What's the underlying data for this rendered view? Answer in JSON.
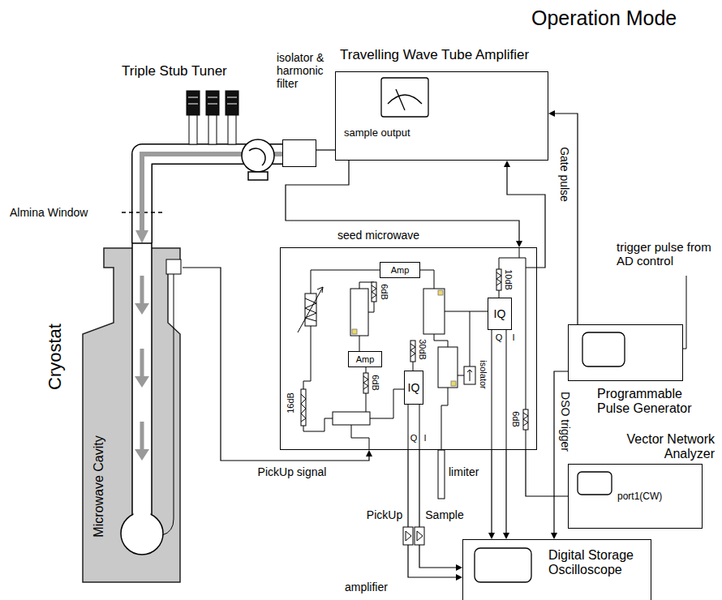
{
  "diagram": {
    "title": "Operation Mode",
    "nodes": [
      {
        "text": [
          "isolator & harmonic filter"
        ]
      },
      {
        "text": [
          "Travelling Wave Tube Amplifier",
          "sample output"
        ]
      },
      {
        "text": [
          "Cryostat",
          "Microwave Cavity"
        ]
      },
      {
        "text": [
          "seed microwave"
        ]
      },
      {
        "text": [
          "Amp"
        ],
        "in": 3
      },
      {
        "text": [
          "Amp"
        ],
        "in": 3
      },
      {
        "text": [
          "IQ"
        ],
        "in": 3
      },
      {
        "text": [
          "IQ"
        ],
        "in": 3
      },
      {
        "text": [
          "Programmable Pulse Generator"
        ]
      },
      {
        "text": [
          "Vector Network Analyzer",
          "port1(CW)"
        ]
      },
      {
        "text": [
          "Digital Storage Oscilloscope"
        ]
      }
    ],
    "edges": [
      {
        "from": 1,
        "to": 0,
        "arrow": "none"
      },
      {
        "from": 0,
        "to": 2,
        "arrow": "to"
      },
      {
        "from": 1,
        "to": 3,
        "arrow": "to"
      },
      {
        "from": 3,
        "to": 1,
        "arrow": "to"
      },
      {
        "from": 8,
        "to": 1,
        "label": "Gate pulse",
        "arrow": "to"
      },
      {
        "from": 2,
        "to": 3,
        "label": "PickUp signal",
        "arrow": "to"
      },
      {
        "from": 8,
        "to": 10,
        "label": "DSO trigger",
        "arrow": "to"
      },
      {
        "from": 9,
        "to": 3,
        "arrow": "none"
      },
      {
        "from": 3,
        "to": 10,
        "label": "PickUp",
        "arrow": "to"
      },
      {
        "from": 3,
        "to": 10,
        "label": "Sample",
        "arrow": "to"
      },
      {
        "from": 3,
        "to": 10,
        "arrow": "to"
      },
      {
        "from": 3,
        "to": 10,
        "arrow": "to"
      }
    ],
    "labels": [
      "Triple Stub Tuner",
      "trigger pulse from AD control",
      "Almina Window",
      "6dB",
      "10dB",
      "6dB",
      "16dB",
      "30dB",
      "isolator",
      "Q",
      "I",
      "Q",
      "I",
      "6dB",
      "limiter",
      "amplifier"
    ]
  }
}
